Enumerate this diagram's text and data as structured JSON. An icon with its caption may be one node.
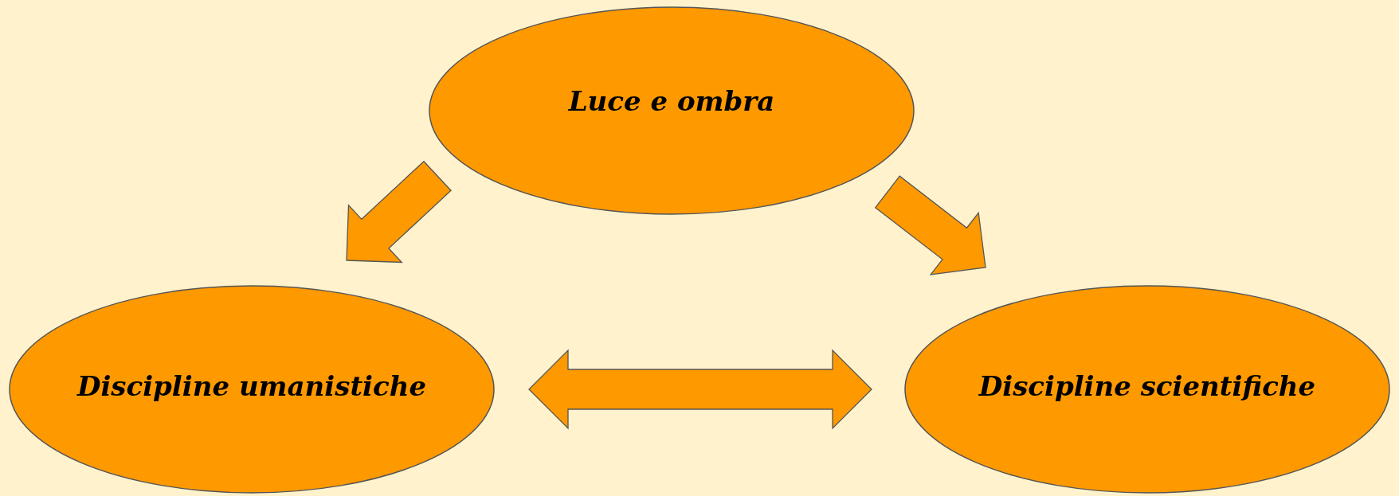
{
  "diagram": {
    "nodes": [
      {
        "text": [
          "Luce e ombra"
        ]
      },
      {
        "text": [
          "Discipline umanistiche"
        ]
      },
      {
        "text": [
          "Discipline scientifiche"
        ]
      }
    ],
    "edges": [
      {
        "from": 0,
        "to": 1,
        "arrow": "to",
        "style": "thick"
      },
      {
        "from": 0,
        "to": 2,
        "arrow": "to",
        "style": "thick"
      },
      {
        "from": 1,
        "to": 2,
        "arrow": "both",
        "style": "thick"
      }
    ]
  }
}
